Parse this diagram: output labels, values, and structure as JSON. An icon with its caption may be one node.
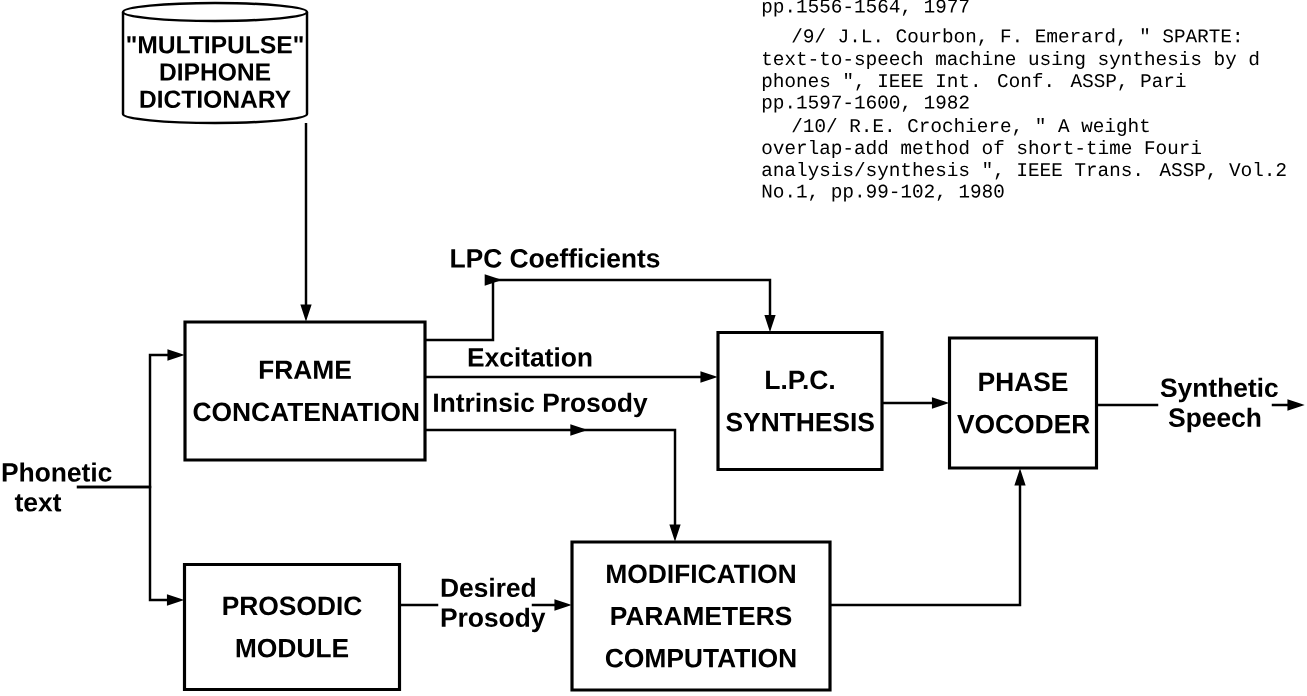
{
  "diagram": {
    "nodes": [
      {
        "text": [
          "\"MULTIPULSE\" DIPHONE DICTIONARY"
        ]
      },
      {
        "text": [
          "FRAME CONCATENATION"
        ]
      },
      {
        "text": [
          "L.P.C. SYNTHESIS"
        ]
      },
      {
        "text": [
          "PHASE VOCODER"
        ]
      },
      {
        "text": [
          "PROSODIC MODULE"
        ]
      },
      {
        "text": [
          "MODIFICATION PARAMETERS COMPUTATION"
        ]
      },
      {
        "text": [
          "Phonetic text"
        ]
      }
    ],
    "edges": [
      {
        "from": 0,
        "to": 1,
        "arrow": "to"
      },
      {
        "from": 1,
        "to": 2,
        "arrow": "to",
        "label": "LPC Coefficients"
      },
      {
        "from": 1,
        "to": 2,
        "arrow": "to",
        "label": "Excitation"
      },
      {
        "from": 1,
        "to": 5,
        "arrow": "to",
        "label": "Intrinsic Prosody"
      },
      {
        "from": 4,
        "to": 5,
        "arrow": "to",
        "label": "Desired Prosody"
      },
      {
        "from": 2,
        "to": 3,
        "arrow": "to"
      },
      {
        "from": 5,
        "to": 3,
        "arrow": "to"
      },
      {
        "from": 3,
        "to": null,
        "arrow": "to",
        "label": "Synthetic Speech"
      },
      {
        "from": 6,
        "to": 1,
        "arrow": "to"
      },
      {
        "from": 6,
        "to": 4,
        "arrow": "to"
      }
    ],
    "labels": [
      "pp.1556-1564, 1977",
      "/9/ J.L. Courbon, F. Emerard, \" SPARTE:",
      "text-to-speech machine using synthesis by d",
      "phones \", IEEE Int. Conf. ASSP, Pari",
      "pp.1597-1600, 1982",
      "/10/ R.E. Crochiere, \" A weight",
      "overlap-add method of short-time Fouri",
      "analysis/synthesis \", IEEE Trans. ASSP, Vol.2",
      "No.1, pp.99-102, 1980"
    ]
  }
}
